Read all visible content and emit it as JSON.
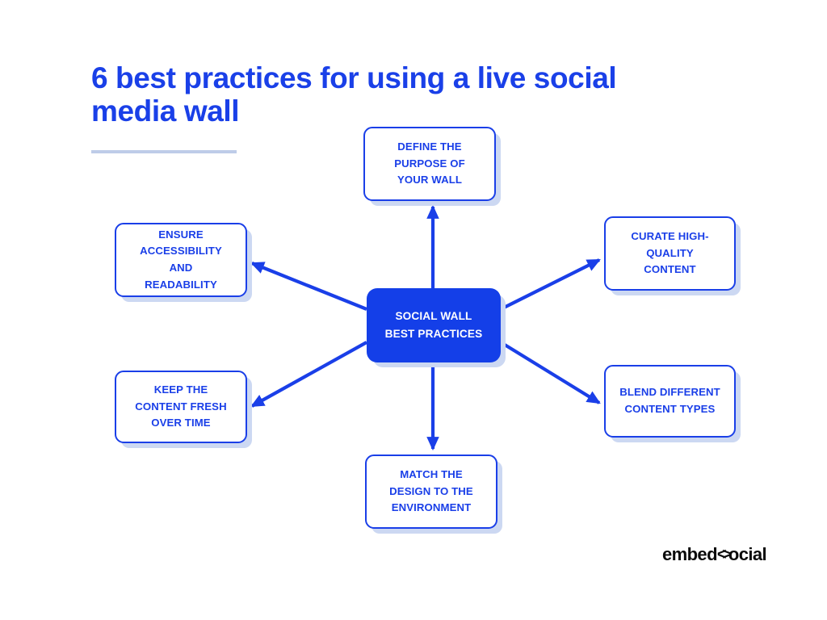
{
  "page": {
    "background_color": "#ffffff",
    "title": "6 best practices for using a live social\nmedia wall",
    "title_color": "#1a40e8",
    "rule_color": "#becce8"
  },
  "colors": {
    "accent_blue": "#1a3fe8",
    "center_fill": "#143fe8",
    "shadow_blue": "#ccd8f2",
    "node_text": "#1a3fe8",
    "center_text": "#ffffff",
    "logo_black": "#0b0b0b"
  },
  "diagram": {
    "type": "hub-and-spoke",
    "center": {
      "id": "social-wall-best-practices",
      "label": "SOCIAL WALL\nBEST PRACTICES"
    },
    "nodes": [
      {
        "id": "define-purpose",
        "label": "DEFINE THE\nPURPOSE OF\nYOUR WALL",
        "position": "top"
      },
      {
        "id": "curate-quality",
        "label": "CURATE HIGH-\nQUALITY\nCONTENT",
        "position": "top-right"
      },
      {
        "id": "blend-content-types",
        "label": "BLEND DIFFERENT\nCONTENT TYPES",
        "position": "bottom-right"
      },
      {
        "id": "match-design",
        "label": "MATCH THE\nDESIGN TO THE\nENVIRONMENT",
        "position": "bottom"
      },
      {
        "id": "keep-content-fresh",
        "label": "KEEP THE\nCONTENT FRESH\nOVER TIME",
        "position": "bottom-left"
      },
      {
        "id": "ensure-accessibility",
        "label": "ENSURE\nACCESSIBILITY\nAND\nREADABILITY",
        "position": "top-left"
      }
    ],
    "arrows": [
      {
        "from": "social-wall-best-practices",
        "to": "define-purpose"
      },
      {
        "from": "social-wall-best-practices",
        "to": "curate-quality"
      },
      {
        "from": "social-wall-best-practices",
        "to": "blend-content-types"
      },
      {
        "from": "social-wall-best-practices",
        "to": "match-design"
      },
      {
        "from": "social-wall-best-practices",
        "to": "keep-content-fresh"
      },
      {
        "from": "social-wall-best-practices",
        "to": "ensure-accessibility"
      }
    ]
  },
  "logo": {
    "text_before": "embed",
    "mark": "<>",
    "text_after": "ocial",
    "full_name": "embedsocial"
  }
}
